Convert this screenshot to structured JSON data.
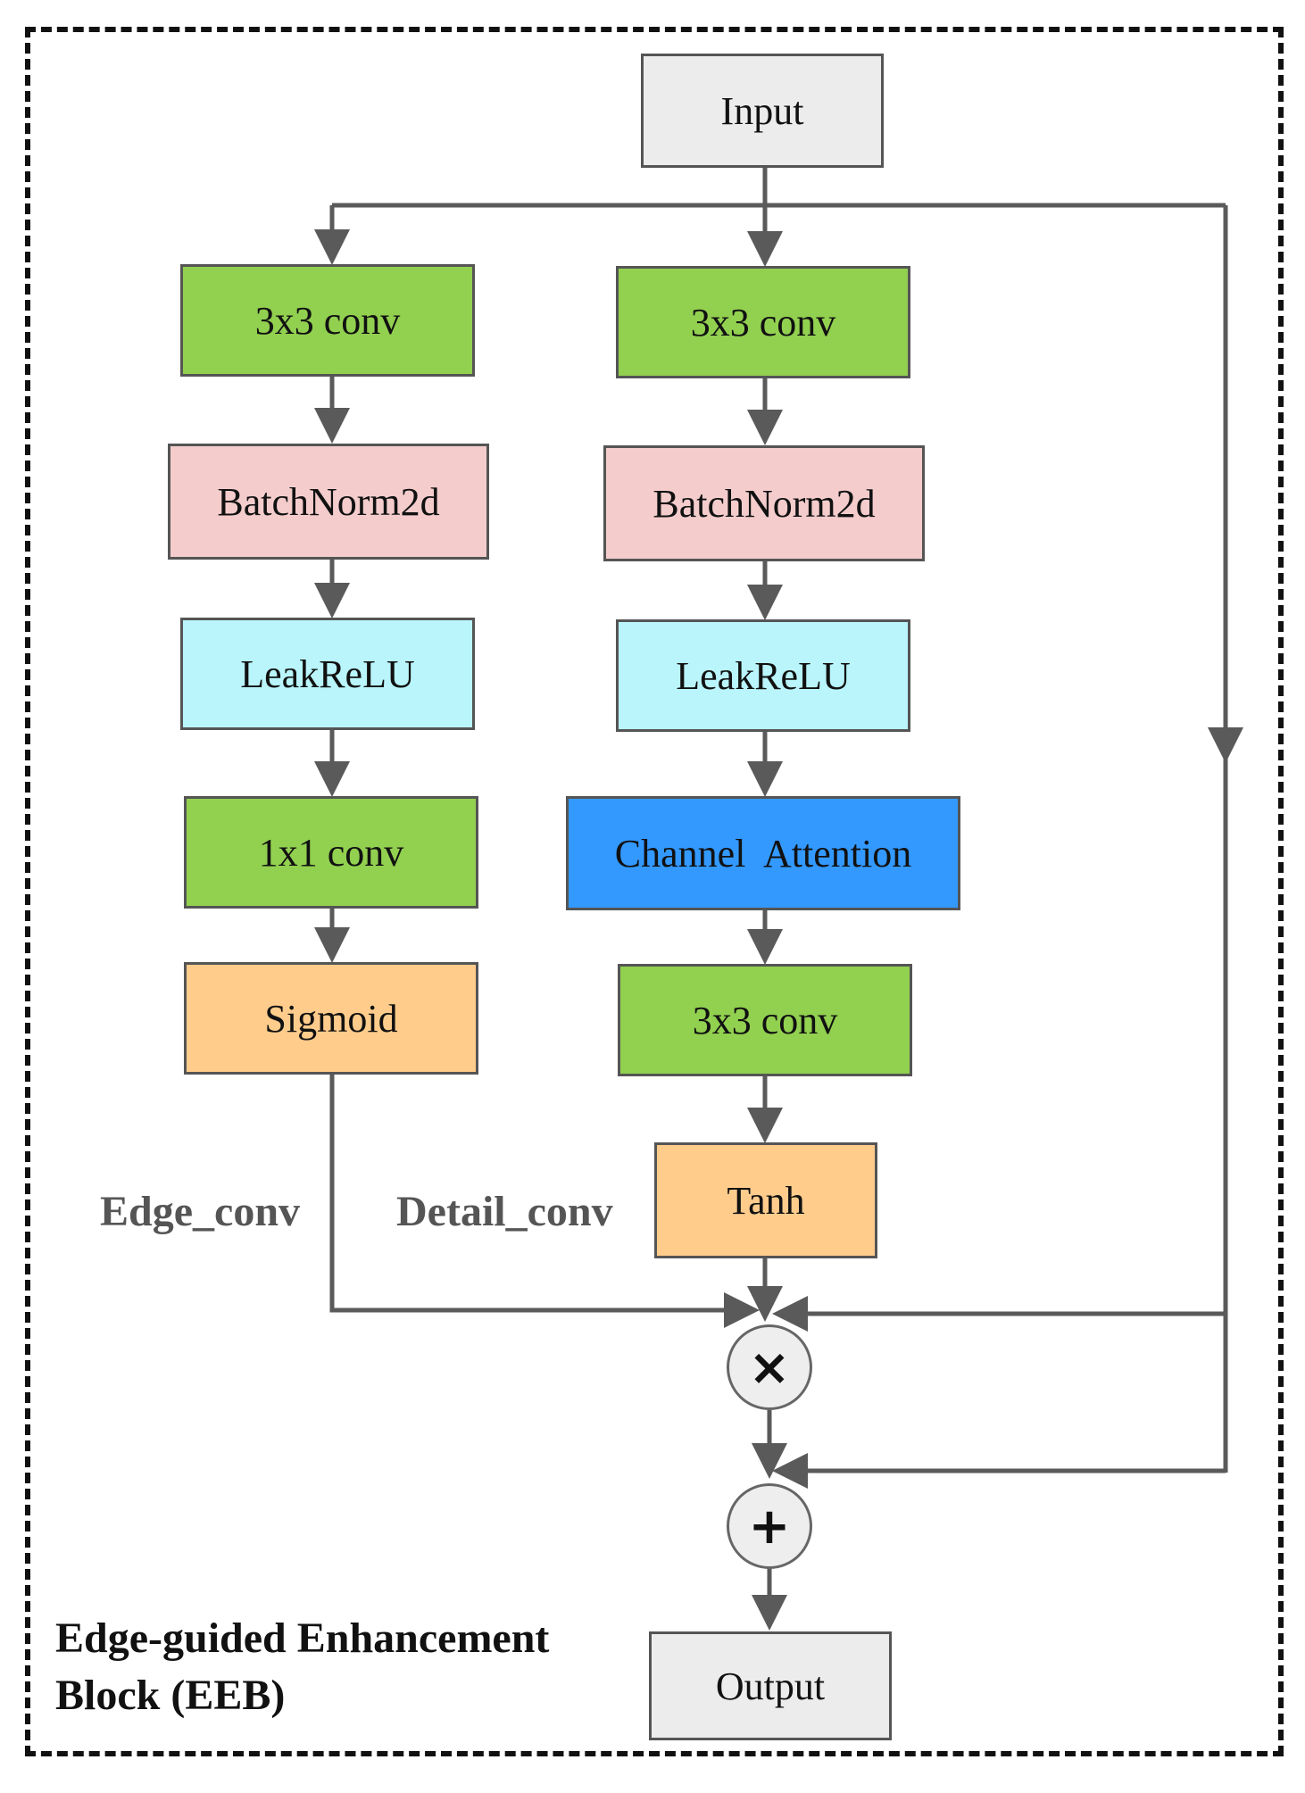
{
  "nodes": {
    "input": "Input",
    "left_conv3": "3x3 conv",
    "left_bn": "BatchNorm2d",
    "left_relu": "LeakReLU",
    "left_conv1": "1x1 conv",
    "left_sigmoid": "Sigmoid",
    "right_conv3a": "3x3 conv",
    "right_bn": "BatchNorm2d",
    "right_relu": "LeakReLU",
    "right_attention": "Channel  Attention",
    "right_conv3b": "3x3 conv",
    "right_tanh": "Tanh",
    "output": "Output"
  },
  "operators": {
    "multiply": "×",
    "add": "+"
  },
  "labels": {
    "edge_conv": "Edge_conv",
    "detail_conv": "Detail_conv"
  },
  "caption": {
    "line1": "Edge-guided Enhancement",
    "line2": "Block (EEB)"
  },
  "colors": {
    "input_output": "#ececec",
    "conv": "#92d050",
    "batchnorm": "#f4cccc",
    "leakrelu": "#b9f5fb",
    "attention": "#3399ff",
    "activation": "#ffcc8c",
    "line": "#5a5a5a"
  }
}
